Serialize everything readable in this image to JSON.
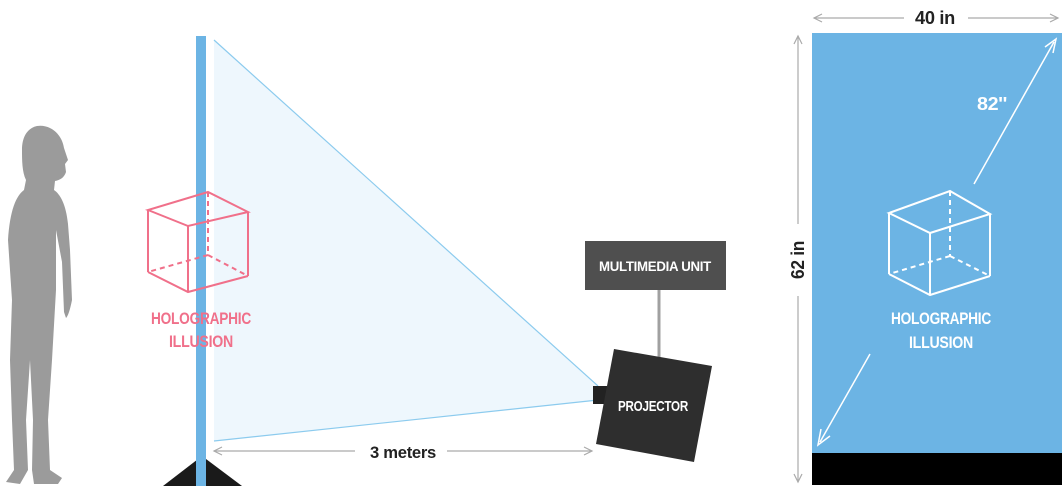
{
  "left_diagram": {
    "hologram_label": [
      "HOLOGRAPHIC",
      "ILLUSION"
    ],
    "multimedia_unit_label": "MULTIMEDIA UNIT",
    "projector_label": "PROJECTOR",
    "distance_label": "3 meters"
  },
  "right_diagram": {
    "width_label": "40 in",
    "height_label": "62 in",
    "diagonal_label": "82''",
    "hologram_label": [
      "HOLOGRAPHIC",
      "ILLUSION"
    ]
  },
  "colors": {
    "screen_blue": "#6cb4e4",
    "beam_fill": "#eef7fd",
    "beam_line": "#8ccbee",
    "hologram_pink": "#f0708a",
    "person_gray": "#9b9b9b",
    "device_dark": "#2e2e2e",
    "unit_gray": "#4f4f4f",
    "dimension_gray": "#aaaaaa"
  },
  "icons": [
    "person-silhouette-icon",
    "wireframe-cube-icon",
    "projector-icon",
    "double-arrow-icon"
  ]
}
